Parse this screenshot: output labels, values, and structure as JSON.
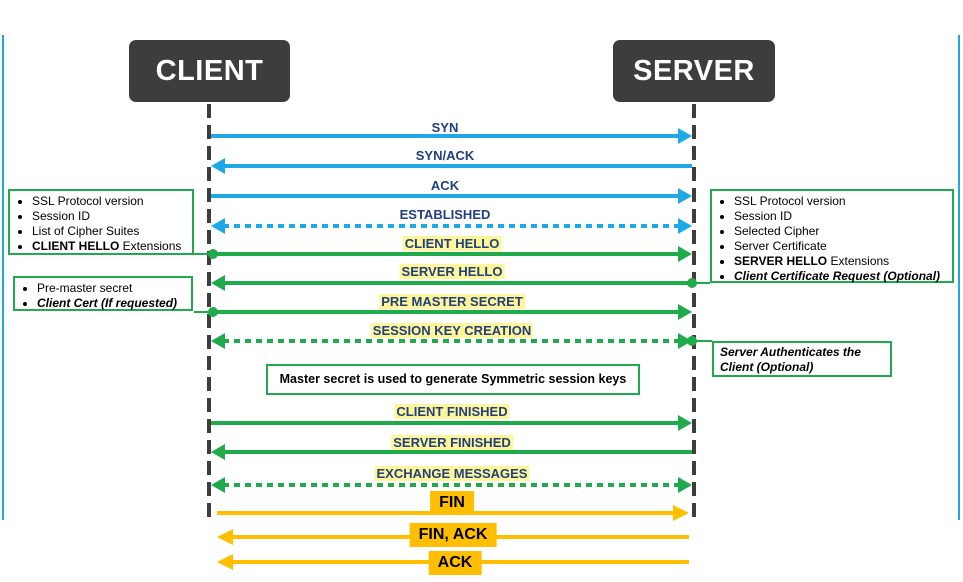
{
  "actors": {
    "client": "CLIENT",
    "server": "SERVER"
  },
  "colors": {
    "blue": "#1ea8e8",
    "green": "#1faa4b",
    "orange": "#ffbf00",
    "dark": "#3d3d3d",
    "highlight": "#fff69a"
  },
  "messages": [
    {
      "id": "syn",
      "label": "SYN",
      "direction": "client-to-server",
      "style": "solid",
      "color": "blue",
      "highlight": false
    },
    {
      "id": "syn-ack",
      "label": "SYN/ACK",
      "direction": "server-to-client",
      "style": "solid",
      "color": "blue",
      "highlight": false
    },
    {
      "id": "ack",
      "label": "ACK",
      "direction": "client-to-server",
      "style": "solid",
      "color": "blue",
      "highlight": false
    },
    {
      "id": "established",
      "label": "ESTABLISHED",
      "direction": "both",
      "style": "dotted",
      "color": "blue",
      "highlight": false
    },
    {
      "id": "client-hello",
      "label": "CLIENT HELLO",
      "direction": "client-to-server",
      "style": "solid",
      "color": "green",
      "highlight": true
    },
    {
      "id": "server-hello",
      "label": "SERVER HELLO",
      "direction": "server-to-client",
      "style": "solid",
      "color": "green",
      "highlight": true
    },
    {
      "id": "pre-master-secret",
      "label": "PRE MASTER SECRET",
      "direction": "client-to-server",
      "style": "solid",
      "color": "green",
      "highlight": true
    },
    {
      "id": "session-key-creation",
      "label": "SESSION KEY CREATION",
      "direction": "both",
      "style": "dotted",
      "color": "green",
      "highlight": true
    },
    {
      "id": "client-finished",
      "label": "CLIENT FINISHED",
      "direction": "client-to-server",
      "style": "solid",
      "color": "green",
      "highlight": true
    },
    {
      "id": "server-finished",
      "label": "SERVER FINISHED",
      "direction": "server-to-client",
      "style": "solid",
      "color": "green",
      "highlight": true
    },
    {
      "id": "exchange-messages",
      "label": "EXCHANGE MESSAGES",
      "direction": "both",
      "style": "dotted",
      "color": "green",
      "highlight": true
    }
  ],
  "teardown": [
    {
      "id": "fin",
      "label": "FIN",
      "direction": "client-to-server"
    },
    {
      "id": "fin-ack",
      "label": "FIN, ACK",
      "direction": "server-to-client"
    },
    {
      "id": "final-ack",
      "label": "ACK",
      "direction": "server-to-client"
    }
  ],
  "notes": {
    "client_hello": {
      "item1": "SSL Protocol version",
      "item2": "Session ID",
      "item3": "List of Cipher Suites",
      "item4_bold": "CLIENT HELLO",
      "item4_rest": " Extensions"
    },
    "client_premaster": {
      "item1": "Pre-master secret",
      "item2": "Client Cert (If requested)"
    },
    "server_hello": {
      "item1": "SSL Protocol version",
      "item2": "Session ID",
      "item3": "Selected Cipher",
      "item4": "Server Certificate",
      "item5_bold": "SERVER HELLO",
      "item5_rest": " Extensions",
      "item6": "Client Certificate Request (Optional)"
    },
    "server_auth": {
      "line1": "Server Authenticates the",
      "line2": "Client (Optional)"
    },
    "master_secret": "Master secret is used to generate Symmetric session keys"
  }
}
